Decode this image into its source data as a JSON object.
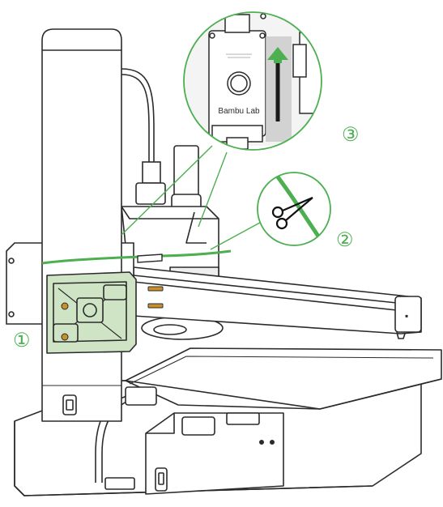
{
  "diagram": {
    "steps": [
      {
        "number": "①"
      },
      {
        "number": "②"
      },
      {
        "number": "③"
      }
    ],
    "toolhead_brand": "Bambu Lab",
    "toolhead_small_text": "",
    "colors": {
      "accent_green": "#4caf50",
      "line": "#2b2b2b",
      "body_fill": "#ffffff",
      "shade": "#eeeeee",
      "bracket_fill": "#cfe4c5",
      "screw": "#c8902b"
    }
  }
}
